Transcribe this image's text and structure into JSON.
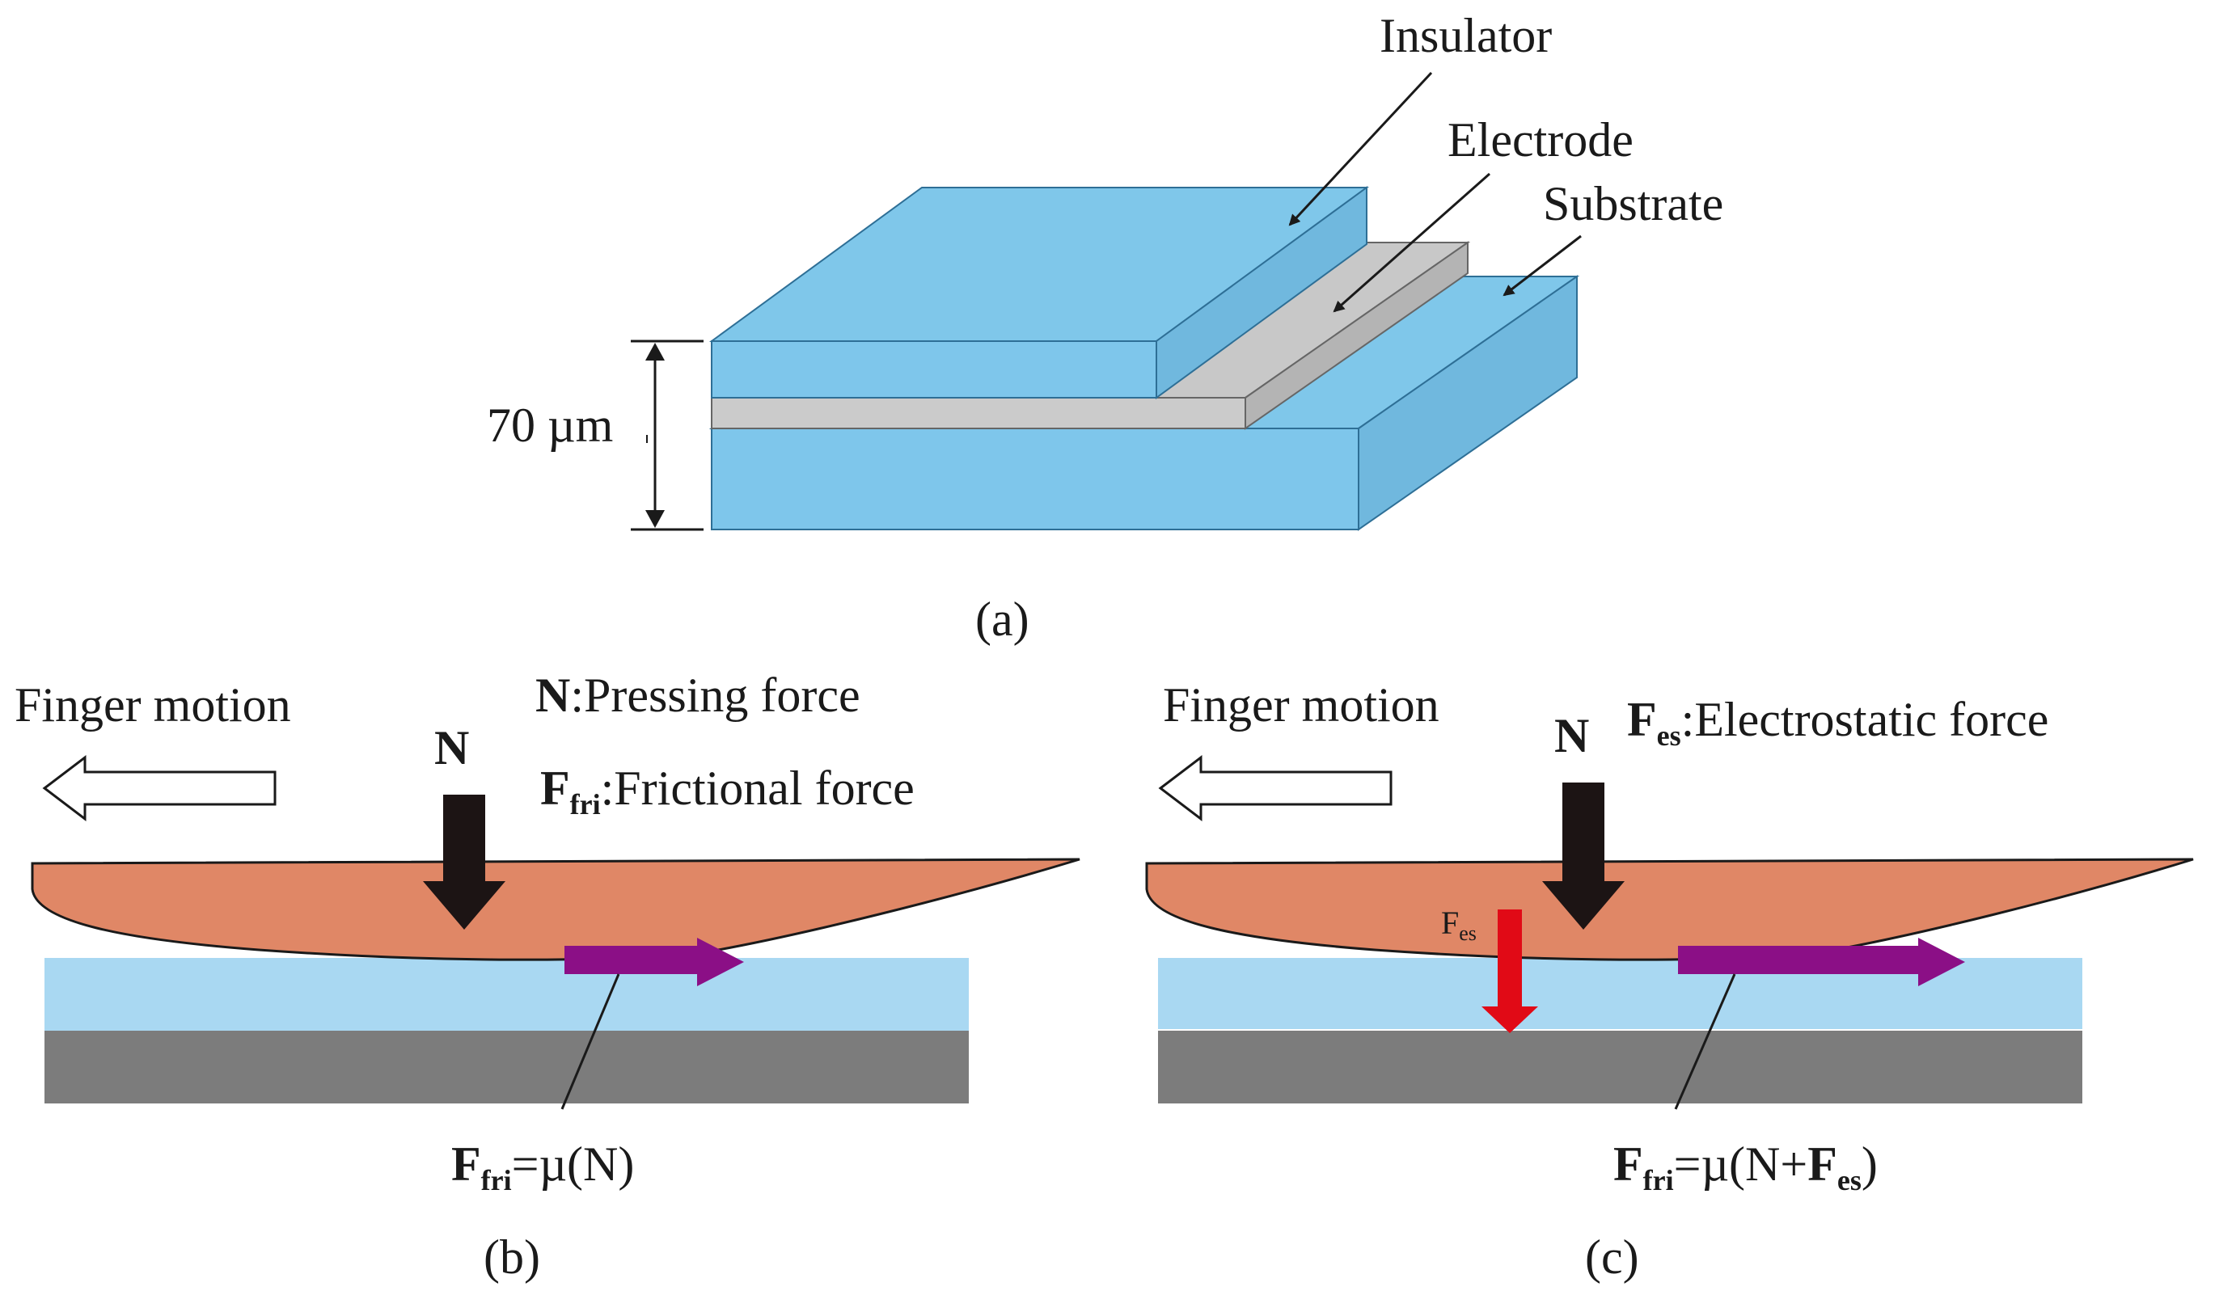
{
  "panel_a": {
    "insulator_label": "Insulator",
    "electrode_label": "Electrode",
    "substrate_label": "Substrate",
    "thickness_label": "70 µm",
    "caption": "(a)"
  },
  "panel_b": {
    "finger_motion": "Finger motion",
    "n_symbol": "N",
    "legend_n_bold": "N",
    "legend_n_text": ":Pressing force",
    "legend_f_bold": "F",
    "legend_f_sub": "fri",
    "legend_f_text": ":Frictional force",
    "eq_bold": "F",
    "eq_sub": "fri",
    "eq_text": "=µ(N)",
    "caption": "(b)"
  },
  "panel_c": {
    "finger_motion": "Finger motion",
    "n_symbol": "N",
    "legend_bold": "F",
    "legend_sub": "es",
    "legend_text": ":Electrostatic force",
    "fes_main": "F",
    "fes_sub": "es",
    "eq_bold": "F",
    "eq_sub": "fri",
    "eq_text1": "=µ(N+",
    "eq_bold2": "F",
    "eq_sub2": "es",
    "eq_text2": ")",
    "caption": "(c)"
  },
  "colors": {
    "insulator_top": "#7fc7ea",
    "insulator_front": "#7ec6eb",
    "insulator_side": "#70b8de",
    "electrode": "#c8c8c8",
    "finger": "#e08766",
    "film": "#a9d8f2",
    "base": "#7c7c7c",
    "friction_arrow": "#8b0f86",
    "electrostatic_arrow": "#e10a16",
    "pressing_arrow": "#1c1414"
  }
}
